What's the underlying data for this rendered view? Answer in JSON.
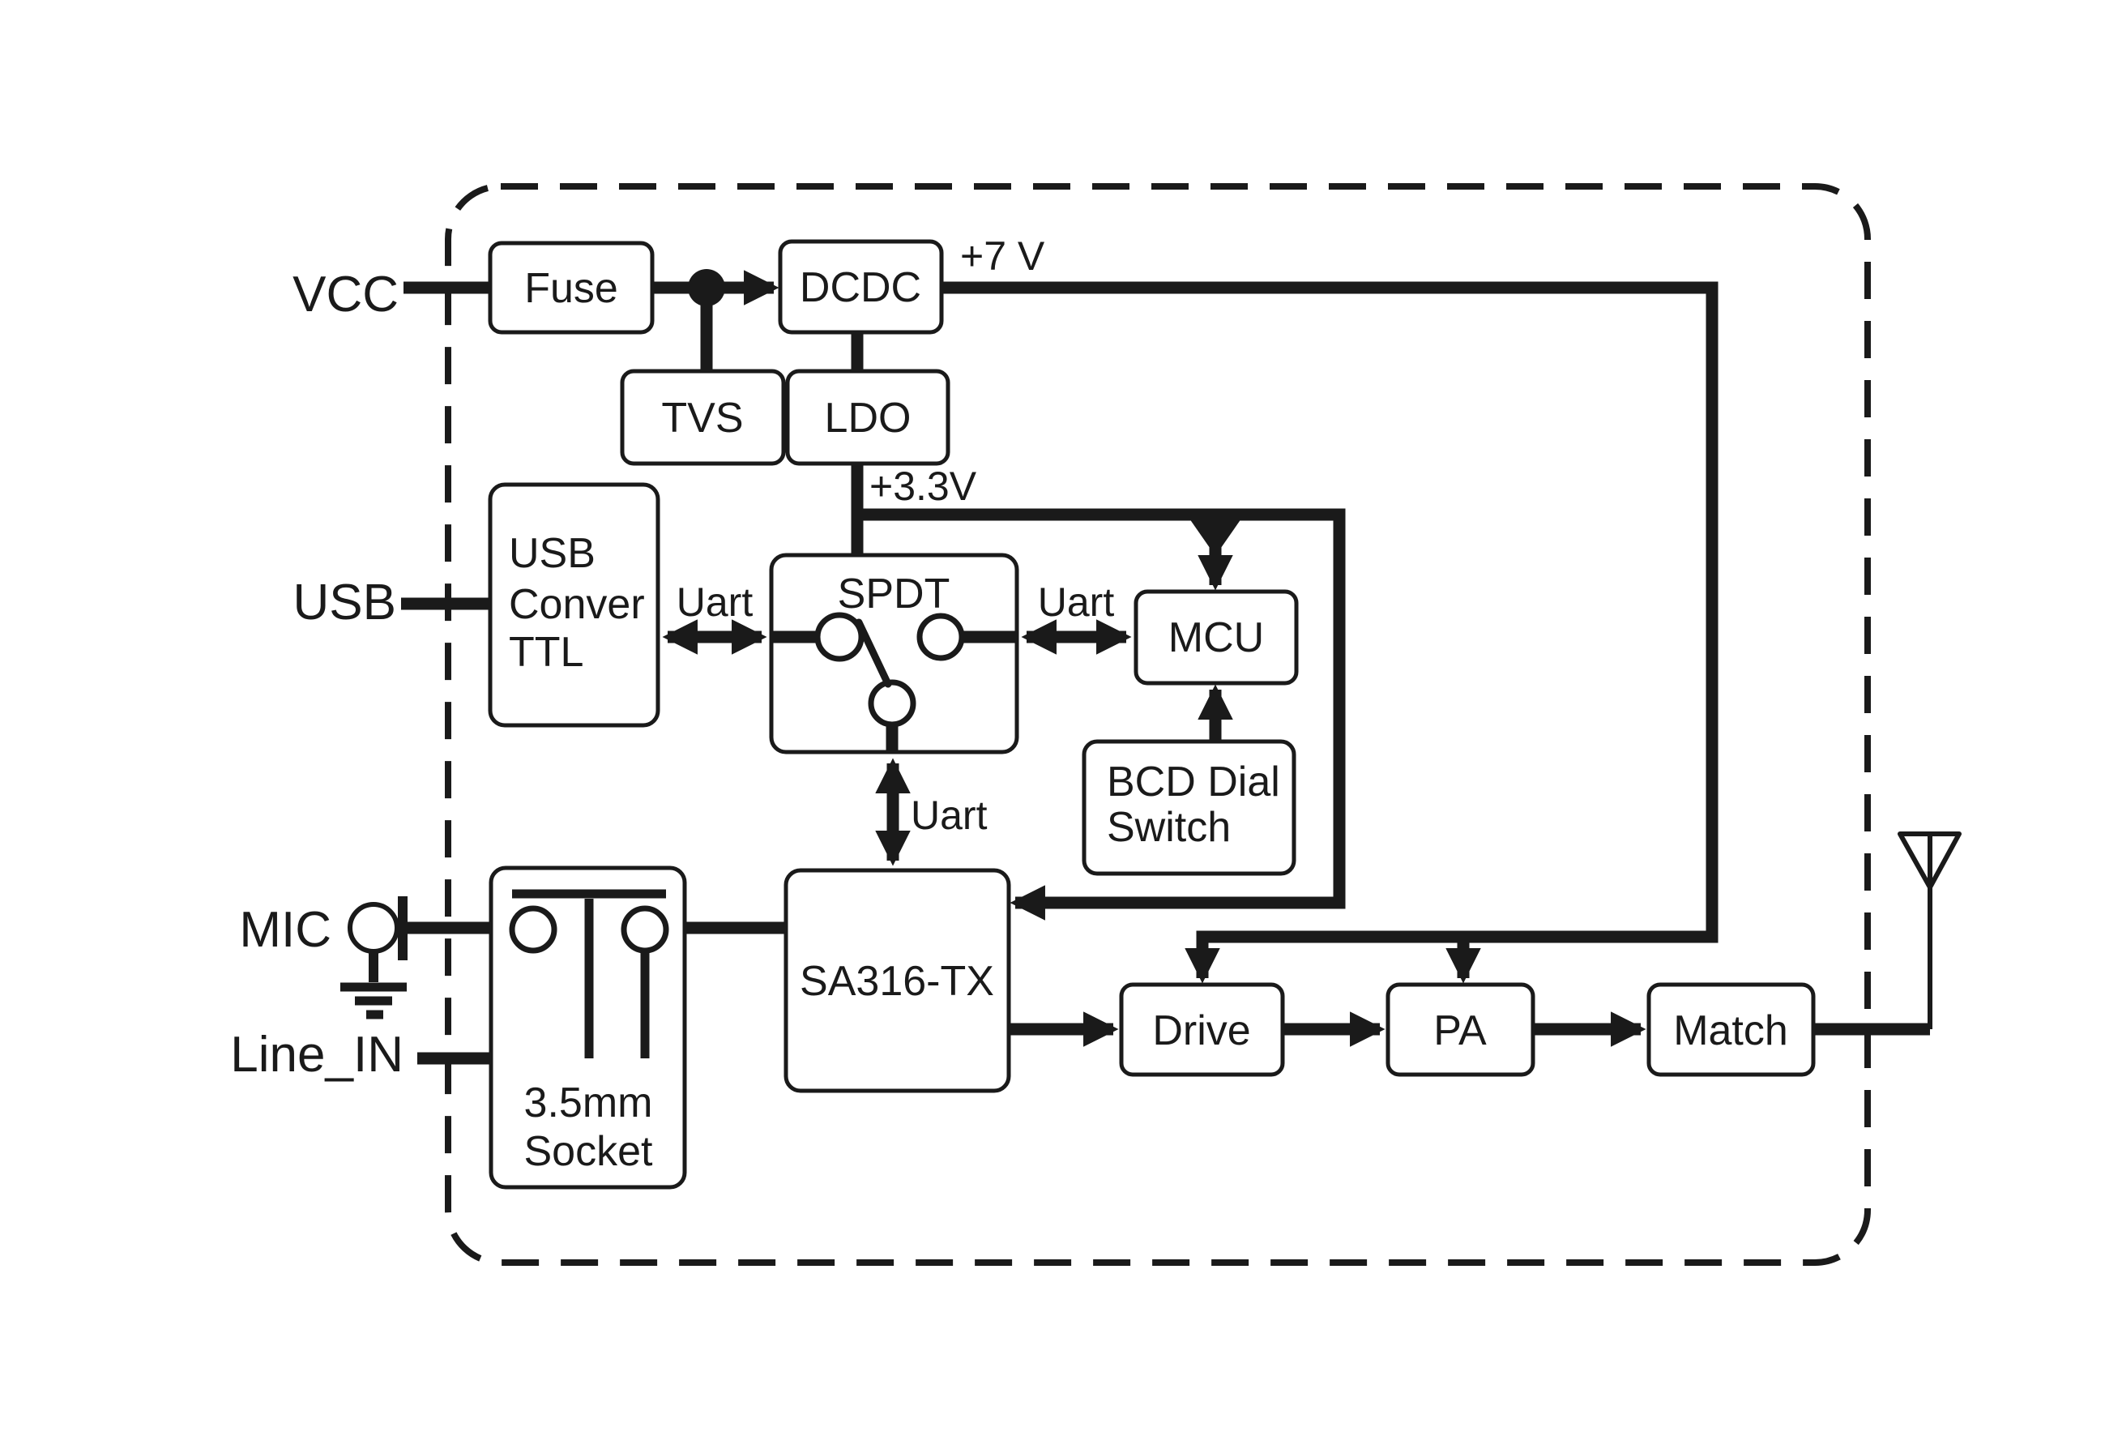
{
  "colors": {
    "ink": "#1a1a1a",
    "background": "#ffffff"
  },
  "ports": {
    "vcc": "VCC",
    "usb": "USB",
    "mic": "MIC",
    "line_in": "Line_IN"
  },
  "power": {
    "v7": "+7 V",
    "v33": "+3.3V"
  },
  "uart": {
    "left": "Uart",
    "right": "Uart",
    "down": "Uart"
  },
  "blocks": {
    "fuse": "Fuse",
    "dcdc": "DCDC",
    "tvs": "TVS",
    "ldo": "LDO",
    "usb_ttl": [
      "USB",
      "Conver",
      "TTL"
    ],
    "spdt": "SPDT",
    "mcu": "MCU",
    "bcd": [
      "BCD Dial",
      "Switch"
    ],
    "sa316": "SA316-TX",
    "socket": [
      "3.5mm",
      "Socket"
    ],
    "drive": "Drive",
    "pa": "PA",
    "match": "Match"
  }
}
